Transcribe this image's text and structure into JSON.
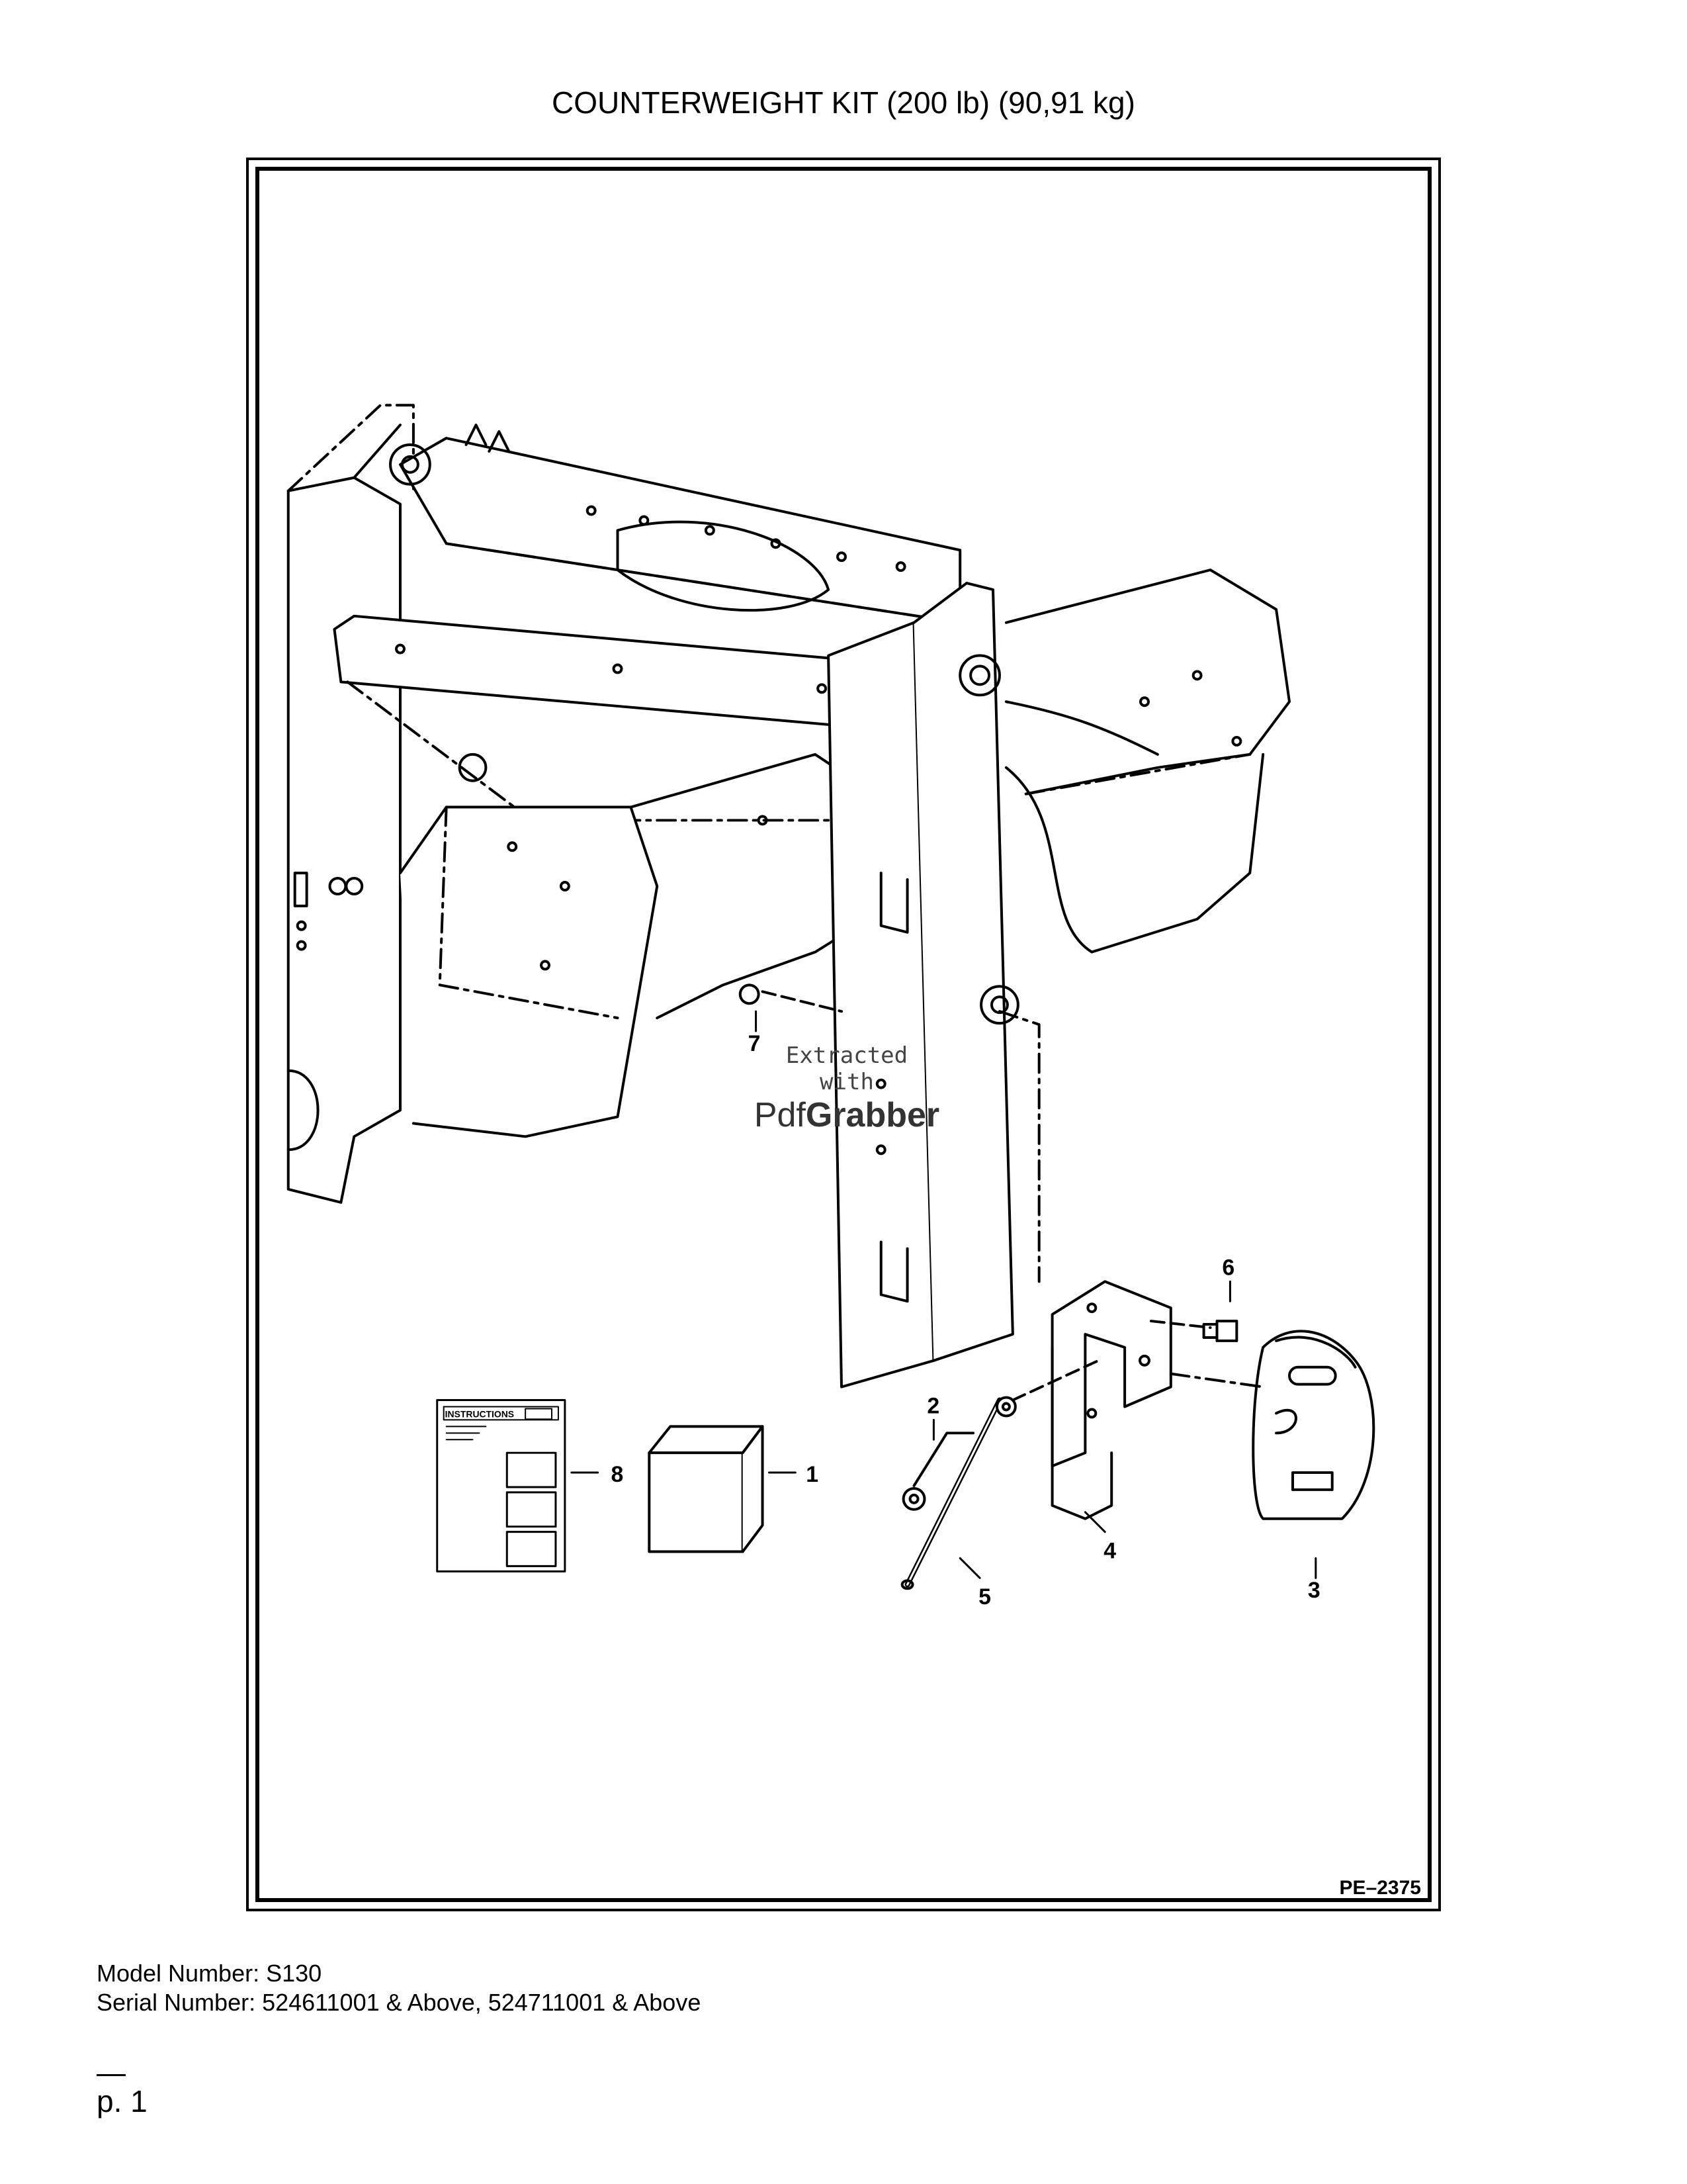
{
  "title": "COUNTERWEIGHT KIT (200 lb) (90,91 kg)",
  "drawing": {
    "code": "PE–2375",
    "instructions_label": "INSTRUCTIONS",
    "callouts": {
      "c1": "1",
      "c2": "2",
      "c3": "3",
      "c4": "4",
      "c5": "5",
      "c6": "6",
      "c7": "7",
      "c8": "8"
    }
  },
  "watermark": {
    "line1": "Extracted",
    "line2": "with",
    "brand_a": "Pdf",
    "brand_b": "Grabber"
  },
  "footer": {
    "model": "Model Number: S130",
    "serial": "Serial Number: 524611001 & Above, 524711001 & Above",
    "page": "p. 1"
  }
}
